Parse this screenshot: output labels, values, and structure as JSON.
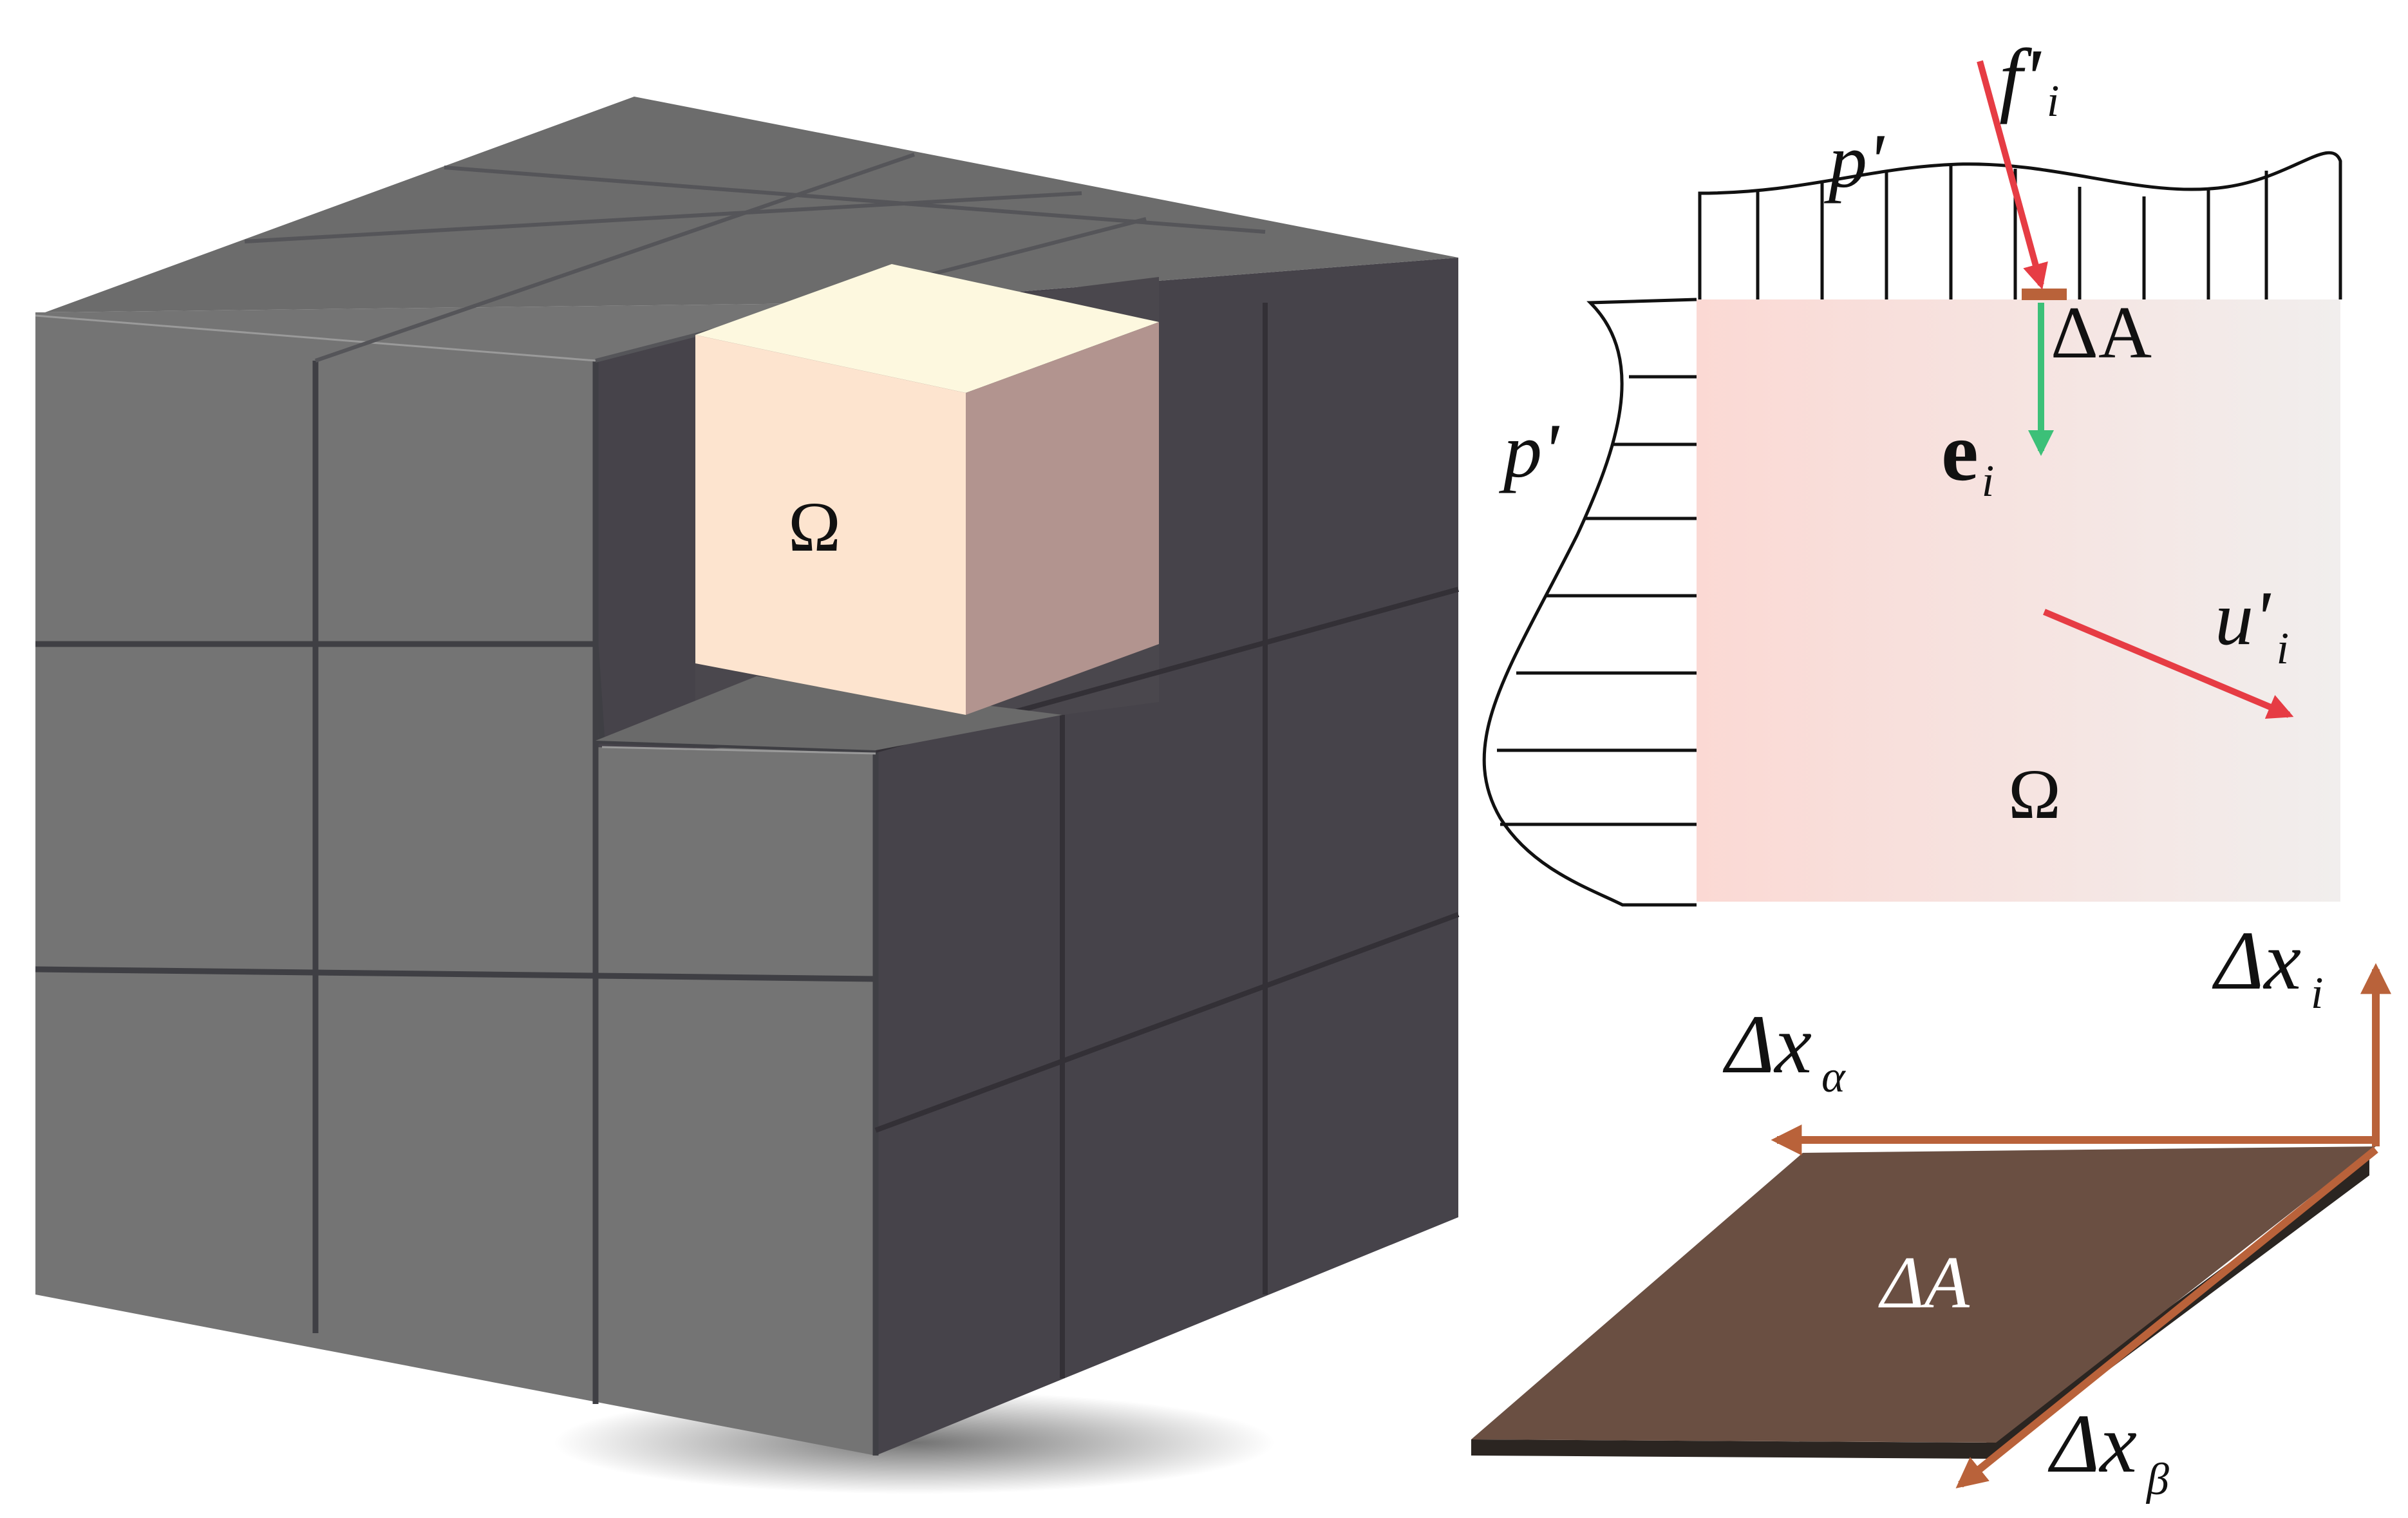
{
  "labels": {
    "omega_cube": "Ω",
    "omega_cv": "Ω",
    "p_top": "p'",
    "p_left": "p'",
    "f_main": "f'",
    "f_sub": "i",
    "dA_small": "ΔA",
    "e_main": "e",
    "e_sub": "i",
    "u_main": "u'",
    "u_sub": "i",
    "dx_i_main": "Δx",
    "dx_i_sub": "i",
    "dx_alpha_main": "Δx",
    "dx_alpha_sub": "α",
    "dx_beta_main": "Δx",
    "dx_beta_sub": "β",
    "dA_plate": "ΔA"
  },
  "colors": {
    "cube_front": "#747474",
    "cube_side": "#46434a",
    "cube_top": "#6c6c6c",
    "highlight_front": "#fde4cf",
    "highlight_top": "#fdf8df",
    "highlight_side": "#b2948f",
    "force_arrow": "#e63c44",
    "normal_arrow": "#3cc078",
    "axis_arrow": "#b9623a",
    "plate": "#6a4f42",
    "cv_fill_left": "#fbd9d4",
    "cv_fill_right": "#f1eeed"
  }
}
